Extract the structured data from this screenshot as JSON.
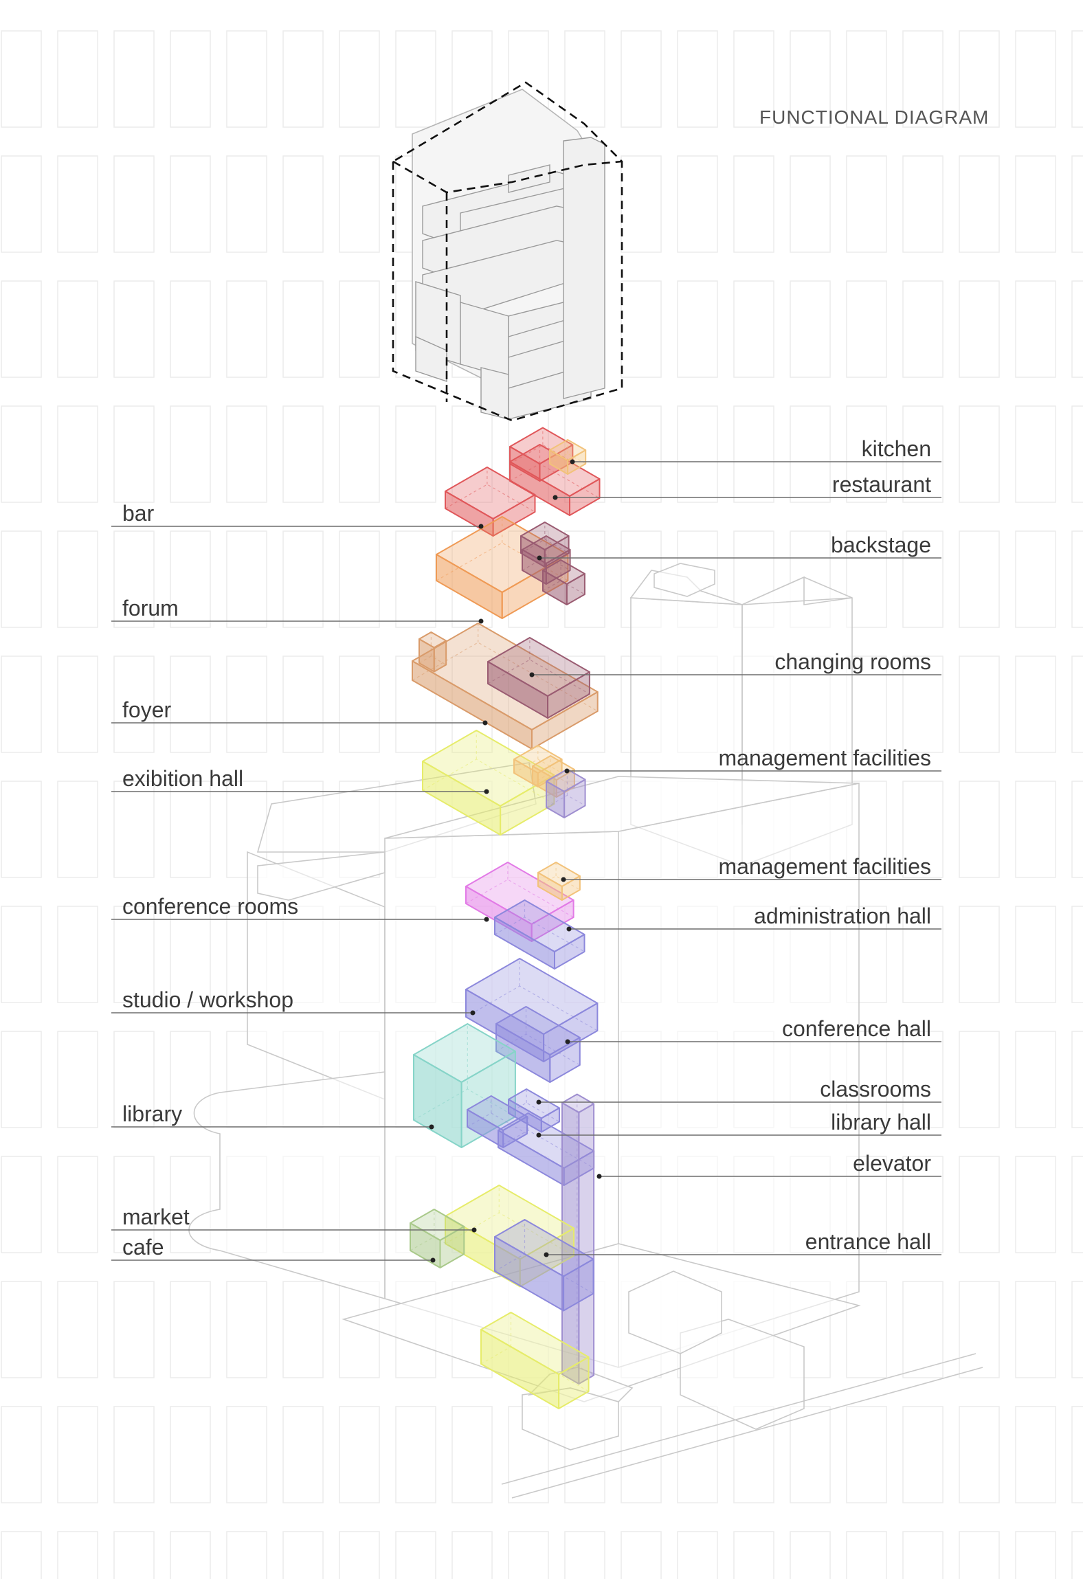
{
  "title": "FUNCTIONAL  DIAGRAM",
  "functions": [
    {
      "key": "kitchen",
      "label": "kitchen",
      "color": "#f2c27a"
    },
    {
      "key": "restaurant",
      "label": "restaurant",
      "color": "#e0575a"
    },
    {
      "key": "bar",
      "label": "bar",
      "color": "#e0575a"
    },
    {
      "key": "backstage",
      "label": "backstage",
      "color": "#9a5c72"
    },
    {
      "key": "forum",
      "label": "forum",
      "color": "#ef9a55"
    },
    {
      "key": "changing_rooms",
      "label": "changing rooms",
      "color": "#9a5c72"
    },
    {
      "key": "foyer",
      "label": "foyer",
      "color": "#d99b6a"
    },
    {
      "key": "management_facilities_upper",
      "label": "management facilities",
      "color": "#f2c27a"
    },
    {
      "key": "exibition_hall",
      "label": "exibition hall",
      "color": "#e6ec6a"
    },
    {
      "key": "management_facilities_lower",
      "label": "management facilities",
      "color": "#f2c27a"
    },
    {
      "key": "conference_rooms",
      "label": "conference rooms",
      "color": "#e27ae6"
    },
    {
      "key": "administration_hall",
      "label": "administration hall",
      "color": "#8c88dc"
    },
    {
      "key": "studio_workshop",
      "label": "studio / workshop",
      "color": "#8c88dc"
    },
    {
      "key": "conference_hall",
      "label": "conference hall",
      "color": "#8c88dc"
    },
    {
      "key": "classrooms",
      "label": "classrooms",
      "color": "#8c88dc"
    },
    {
      "key": "library",
      "label": "library",
      "color": "#86d4c8"
    },
    {
      "key": "library_hall",
      "label": "library hall",
      "color": "#8c88dc"
    },
    {
      "key": "elevator",
      "label": "elevator",
      "color": "#9f8fd0"
    },
    {
      "key": "market",
      "label": "market",
      "color": "#e6ec6a"
    },
    {
      "key": "cafe",
      "label": "cafe",
      "color": "#a9c98a"
    },
    {
      "key": "entrance_hall",
      "label": "entrance hall",
      "color": "#8c88dc"
    }
  ]
}
